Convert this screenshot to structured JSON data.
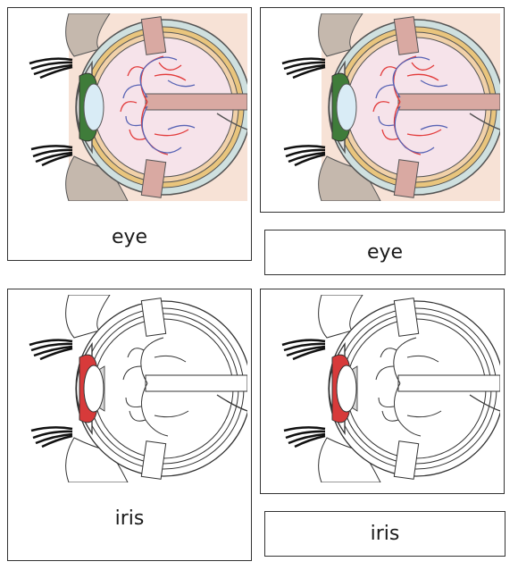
{
  "cards": [
    {
      "label": "eye",
      "style": "color"
    },
    {
      "label": "eye",
      "style": "color"
    },
    {
      "label": "iris",
      "style": "outline"
    },
    {
      "label": "iris",
      "style": "outline"
    }
  ],
  "colors": {
    "skin": "#f7e2d6",
    "face": "#c5b8ad",
    "sclera_outer": "#cfe0df",
    "choroid": "#e9c57d",
    "retina": "#f1d1a9",
    "vitreous": "#f6e3ea",
    "muscle": "#d9a9a2",
    "iris_green": "#3f7c3a",
    "lens": "#d9ecf6",
    "iris_red": "#d73a3a",
    "artery": "#e23b3b",
    "vein": "#5964b5"
  }
}
